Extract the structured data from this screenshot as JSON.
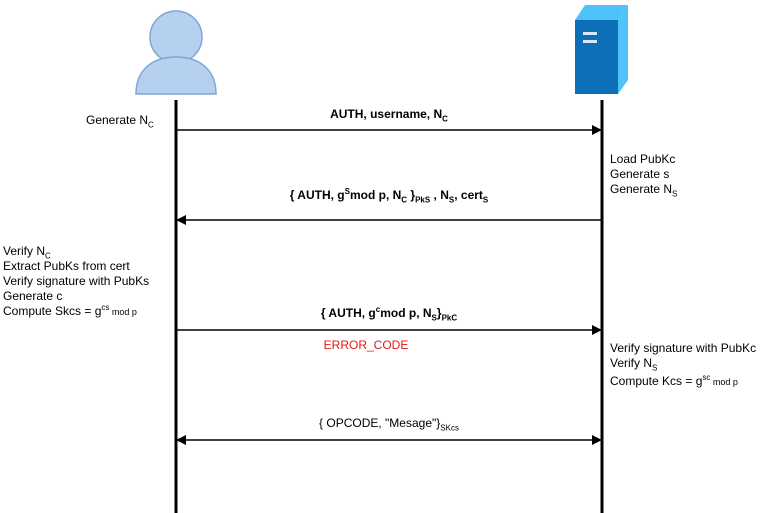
{
  "colors": {
    "lifeline": "#000000",
    "user_fill": "#b6d0ef",
    "user_stroke": "#7fa6d4",
    "server_light": "#4fc3f7",
    "server_dark": "#0d6fb8",
    "error": "#e01b1b"
  },
  "icons": {
    "client": "user-icon",
    "server": "server-icon"
  },
  "client_notes": {
    "generate": {
      "text": "Generate N",
      "sub": "C"
    },
    "verify": [
      {
        "text": "Verify N",
        "sub": "C"
      },
      {
        "text": "Extract PubKs from cert"
      },
      {
        "text": "Verify signature with PubKs"
      },
      {
        "text": "Generate c"
      },
      {
        "text": "Compute Skcs = g",
        "sup": "cs",
        "tail": " mod p"
      }
    ]
  },
  "server_notes": {
    "load": [
      {
        "text": "Load PubKc"
      },
      {
        "text": "Generate s"
      },
      {
        "text": "Generate N",
        "sub": "S"
      }
    ],
    "verify": [
      {
        "text": "Verify signature with PubKc"
      },
      {
        "text": "Verify N",
        "sub": "S"
      },
      {
        "text": "Compute Kcs = g",
        "sup": "sc",
        "tail": " mod p"
      }
    ]
  },
  "messages": {
    "m1": {
      "text": "AUTH, username, N",
      "sub": "C",
      "direction": "to-server"
    },
    "m2": {
      "open": "{ AUTH, g",
      "sup": "S",
      "mid": "mod p, N",
      "sub1": "C",
      "close": " }",
      "sub2": "PkS",
      "after": " , N",
      "sub3": "S",
      "tail": ", cert",
      "sub4": "S",
      "direction": "to-client"
    },
    "m3": {
      "open": "{ AUTH, g",
      "sup": "c",
      "mid": "mod p, N",
      "sub1": "S",
      "close": "}",
      "sub2": "PkC",
      "direction": "to-server"
    },
    "error": {
      "text": "ERROR_CODE"
    },
    "m4": {
      "text": "{ OPCODE, \"Mesage\"}",
      "sub": "SKcs",
      "direction": "both"
    }
  }
}
